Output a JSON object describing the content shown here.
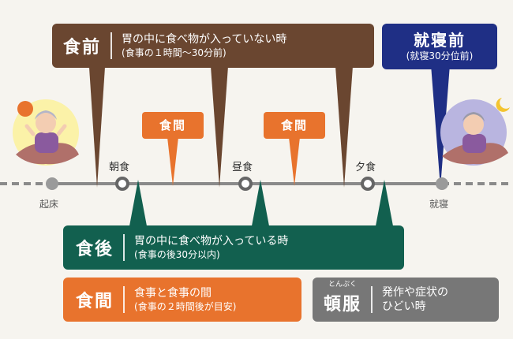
{
  "colors": {
    "before": "#6a4630",
    "after": "#12604f",
    "between": "#e8732d",
    "bedtime": "#1f2f85",
    "tonpuku": "#777777",
    "timeline": "#8a8a8a",
    "background": "#f6f4ef"
  },
  "timeline": {
    "wake": "起床",
    "breakfast": "朝食",
    "lunch": "昼食",
    "dinner": "夕食",
    "sleep": "就寝"
  },
  "before_meal": {
    "title": "食前",
    "desc": "胃の中に食べ物が入っていない時",
    "note": "(食事の１時間〜30分前)"
  },
  "bedtime": {
    "title": "就寝前",
    "note": "(就寝30分位前)"
  },
  "between_flag": "食間",
  "after_meal": {
    "title": "食後",
    "desc": "胃の中に食べ物が入っている時",
    "note": "(食事の後30分以内)"
  },
  "between_meal": {
    "title": "食間",
    "desc": "食事と食事の間",
    "note": "(食事の２時間後が目安)"
  },
  "tonpuku": {
    "title": "頓服",
    "ruby": "とんぷく",
    "desc1": "発作や症状の",
    "desc2": "ひどい時"
  }
}
